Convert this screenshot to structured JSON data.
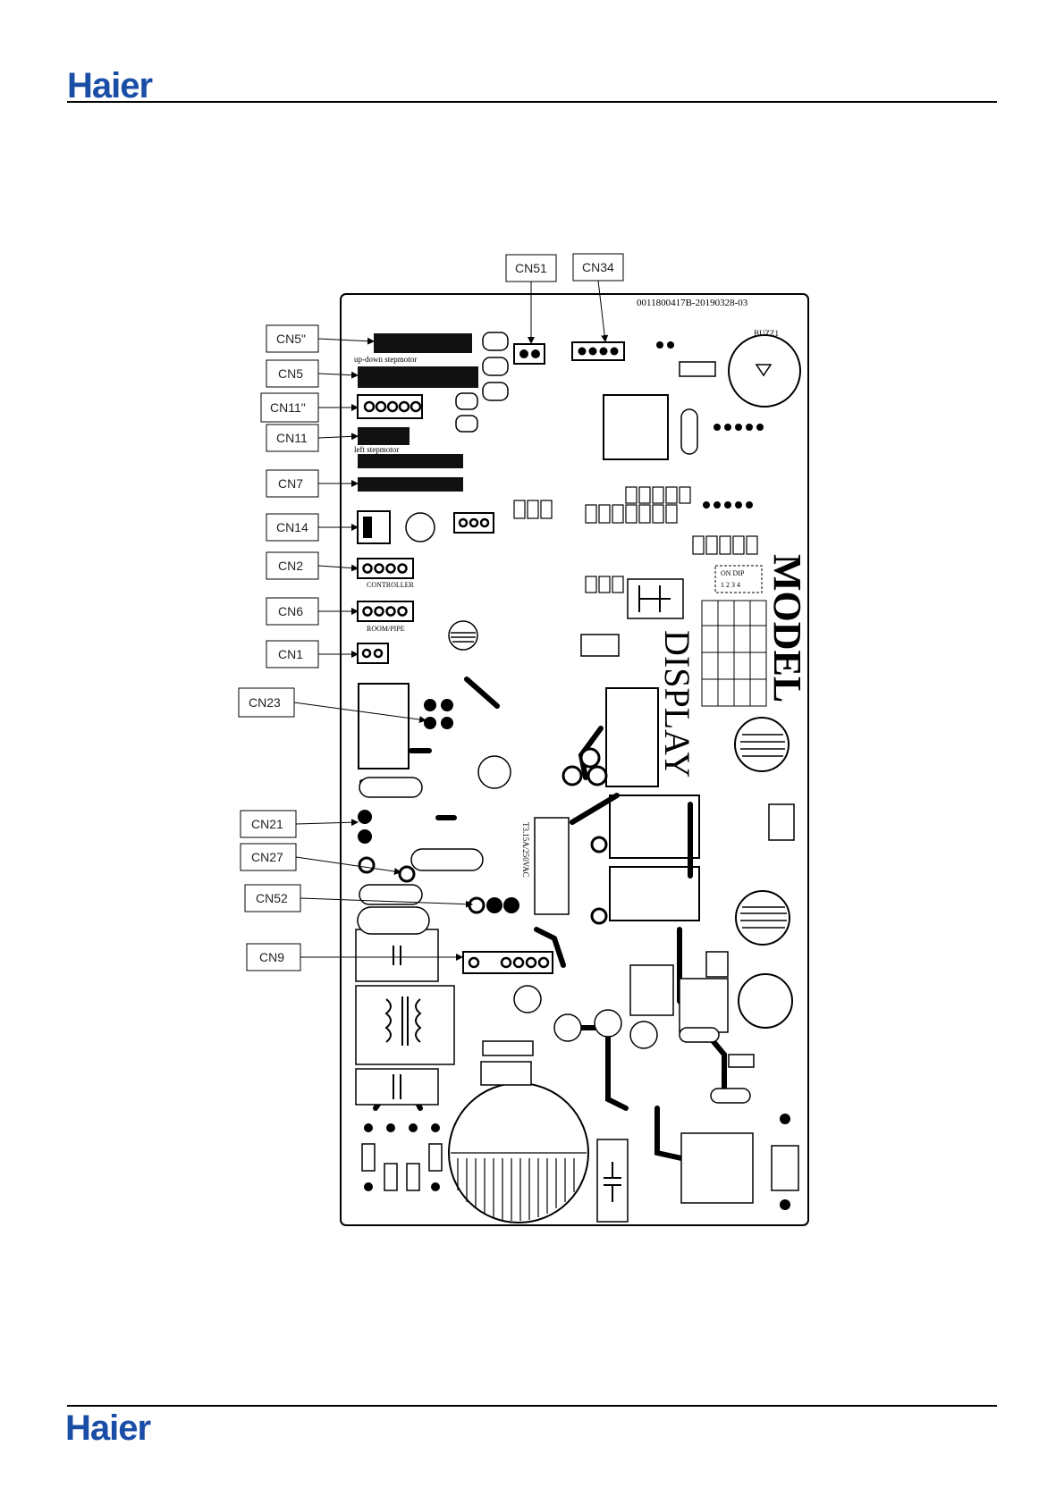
{
  "header": {
    "logo_text": "Haier"
  },
  "footer": {
    "logo_text": "Haier"
  },
  "board": {
    "part_number": "0011800417B-20190328-03",
    "model_label": "MODEL",
    "display_label": "DISPLAY",
    "buzzer_label": "BUZZ1",
    "fuse_label": "T3.15A/250VAC",
    "updown_label": "up-down stepmotor",
    "left_label": "left stepmotor",
    "controller_label": "CONTROLLER",
    "roompipe_label": "ROOM/PIPE",
    "dip_label": "ON DIP",
    "dip_nums": "1 2 3 4"
  },
  "callouts": [
    {
      "id": "cn51",
      "label": "CN51"
    },
    {
      "id": "cn34",
      "label": "CN34"
    },
    {
      "id": "cn5pp",
      "label": "CN5\""
    },
    {
      "id": "cn5",
      "label": "CN5"
    },
    {
      "id": "cn11pp",
      "label": "CN11\""
    },
    {
      "id": "cn11",
      "label": "CN11"
    },
    {
      "id": "cn7",
      "label": "CN7"
    },
    {
      "id": "cn14",
      "label": "CN14"
    },
    {
      "id": "cn2",
      "label": "CN2"
    },
    {
      "id": "cn6",
      "label": "CN6"
    },
    {
      "id": "cn1",
      "label": "CN1"
    },
    {
      "id": "cn23",
      "label": "CN23"
    },
    {
      "id": "cn21",
      "label": "CN21"
    },
    {
      "id": "cn27",
      "label": "CN27"
    },
    {
      "id": "cn52",
      "label": "CN52"
    },
    {
      "id": "cn9",
      "label": "CN9"
    }
  ]
}
